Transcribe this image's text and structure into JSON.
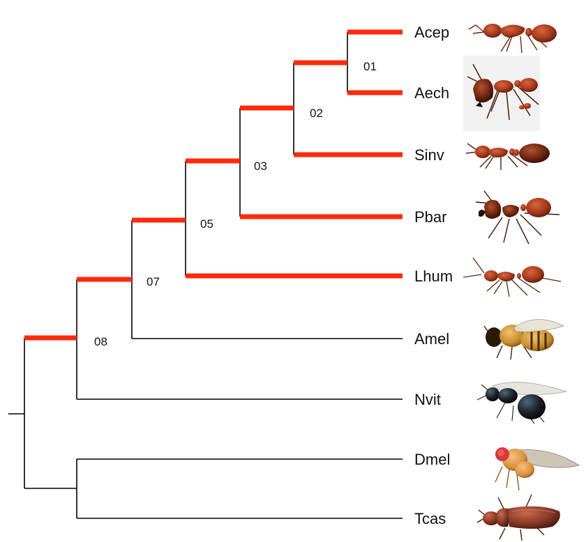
{
  "tree": {
    "highlight_color": "#ff2a0e",
    "line_color": "#000000",
    "leaves": [
      {
        "id": "acep",
        "label": "Acep",
        "picture": "ant-red"
      },
      {
        "id": "aech",
        "label": "Aech",
        "picture": "ant-leafcutter"
      },
      {
        "id": "sinv",
        "label": "Sinv",
        "picture": "ant-fire"
      },
      {
        "id": "pbar",
        "label": "Pbar",
        "picture": "ant-harvester"
      },
      {
        "id": "lhum",
        "label": "Lhum",
        "picture": "ant-argentine"
      },
      {
        "id": "amel",
        "label": "Amel",
        "picture": "honeybee"
      },
      {
        "id": "nvit",
        "label": "Nvit",
        "picture": "wasp"
      },
      {
        "id": "dmel",
        "label": "Dmel",
        "picture": "fruit-fly"
      },
      {
        "id": "tcas",
        "label": "Tcas",
        "picture": "beetle"
      }
    ],
    "nodes": [
      {
        "id": "01",
        "label": "01"
      },
      {
        "id": "02",
        "label": "02"
      },
      {
        "id": "03",
        "label": "03"
      },
      {
        "id": "05",
        "label": "05"
      },
      {
        "id": "07",
        "label": "07"
      },
      {
        "id": "08",
        "label": "08"
      }
    ]
  }
}
